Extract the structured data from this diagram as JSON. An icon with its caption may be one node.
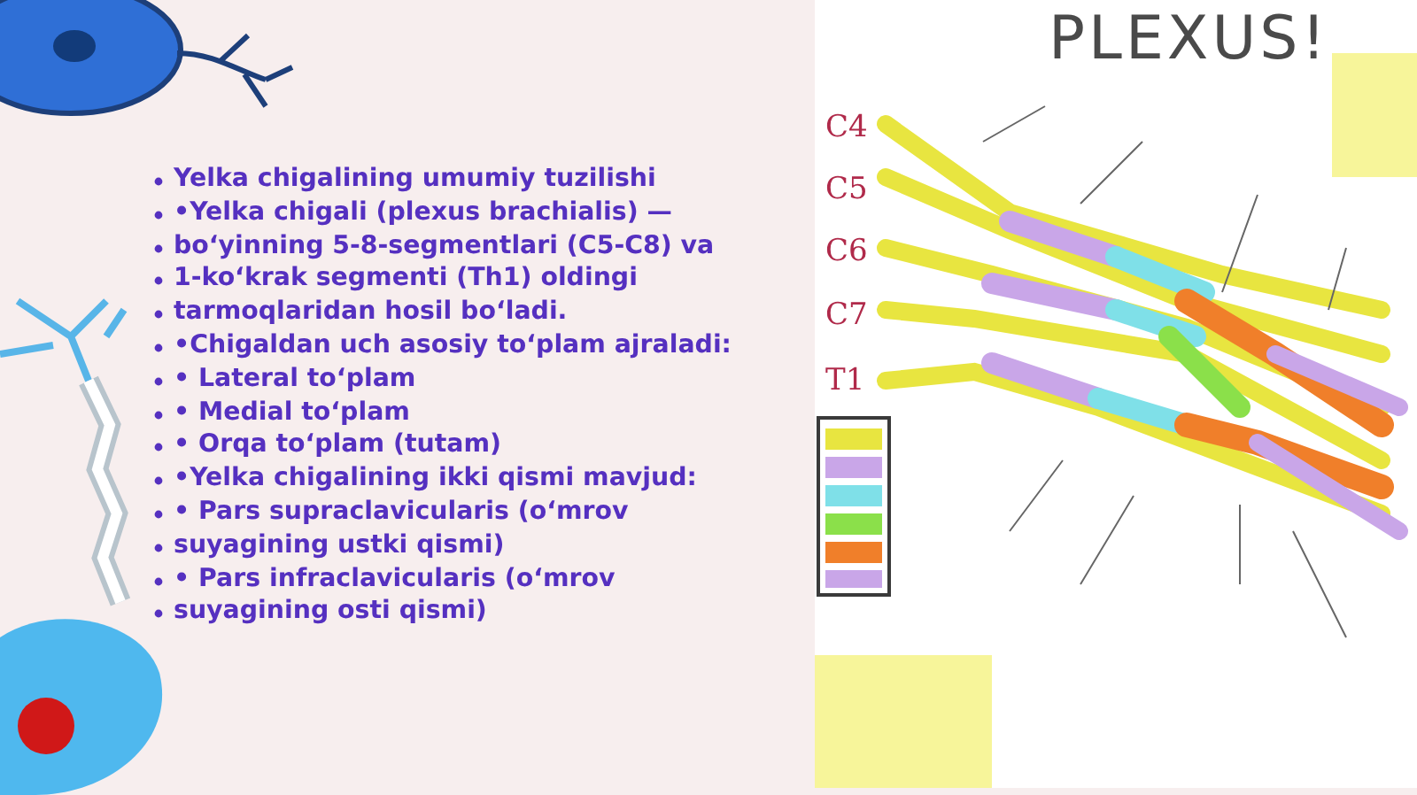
{
  "diagram": {
    "labels": [
      "Yelka chigalining umumiy tuzilishi",
      "•Yelka chigali (plexus brachialis) —",
      "bo‘yinning 5-8-segmentlari (C5-C8) va",
      "1-ko‘krak segmenti (Th1) oldingi",
      "tarmoqlaridan hosil bo‘ladi.",
      "•Chigaldan uch asosiy to‘plam ajraladi:",
      "• Lateral to‘plam",
      "• Medial to‘plam",
      "• Orqa to‘plam (tutam)",
      "•Yelka chigalining ikki qismi mavjud:",
      "• Pars supraclavicularis (o‘mrov",
      "suyagining ustki qismi)",
      "• Pars infraclavicularis (o‘mrov",
      "suyagining osti qismi)",
      "PLEXUS!",
      "C4",
      "C5",
      "C6",
      "C7",
      "T1"
    ]
  }
}
